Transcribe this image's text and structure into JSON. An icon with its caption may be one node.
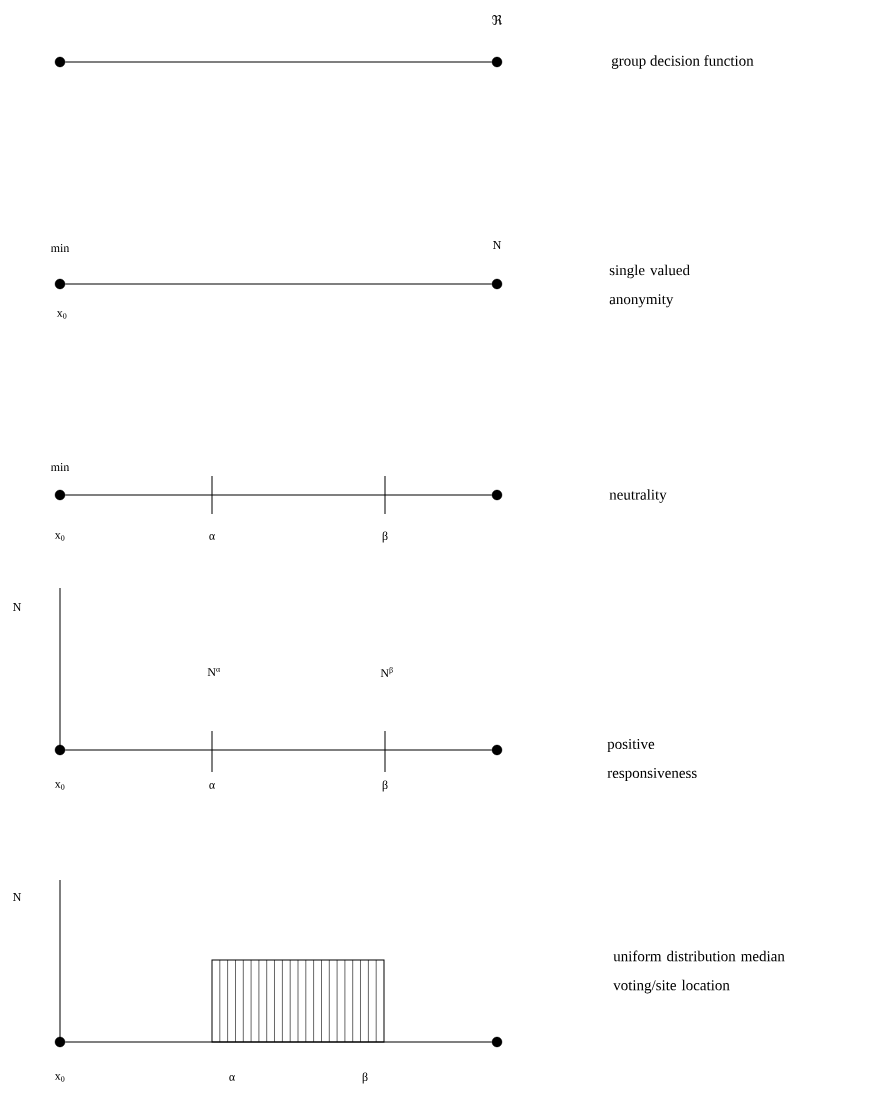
{
  "diagram": {
    "nodes": [
      {
        "text": [],
        "shape": "circle"
      },
      {
        "text": [],
        "shape": "circle"
      },
      {
        "text": [],
        "shape": "circle",
        "beside": [
          "x$_{0}$"
        ]
      },
      {
        "text": [],
        "shape": "circle"
      },
      {
        "text": [],
        "shape": "circle",
        "beside": [
          "x$_{0}$"
        ]
      },
      {
        "text": [],
        "shape": "circle"
      },
      {
        "text": [],
        "shape": "circle",
        "beside": [
          "x$_{0}$"
        ]
      },
      {
        "text": [],
        "shape": "circle"
      },
      {
        "text": [],
        "shape": "circle",
        "beside": [
          "x$_{0}$"
        ]
      },
      {
        "text": [],
        "shape": "circle"
      }
    ],
    "edges": [
      {
        "from": 0,
        "to": 1,
        "arrow": "none"
      },
      {
        "from": 2,
        "to": 3,
        "arrow": "none"
      },
      {
        "from": 4,
        "to": 5,
        "arrow": "none"
      },
      {
        "from": 6,
        "to": 7,
        "arrow": "none"
      },
      {
        "from": 8,
        "to": 9,
        "arrow": "none"
      }
    ],
    "labels": [
      "ℜ",
      "group decision function",
      "min",
      "N",
      "single valued anonymity",
      "min",
      "neutrality",
      "α",
      "β",
      "N",
      "N$^{α}$",
      "N$^{β}$",
      "positive responsiveness",
      "α",
      "β",
      "N",
      "uniform distribution median voting/site location",
      "α",
      "β"
    ]
  }
}
